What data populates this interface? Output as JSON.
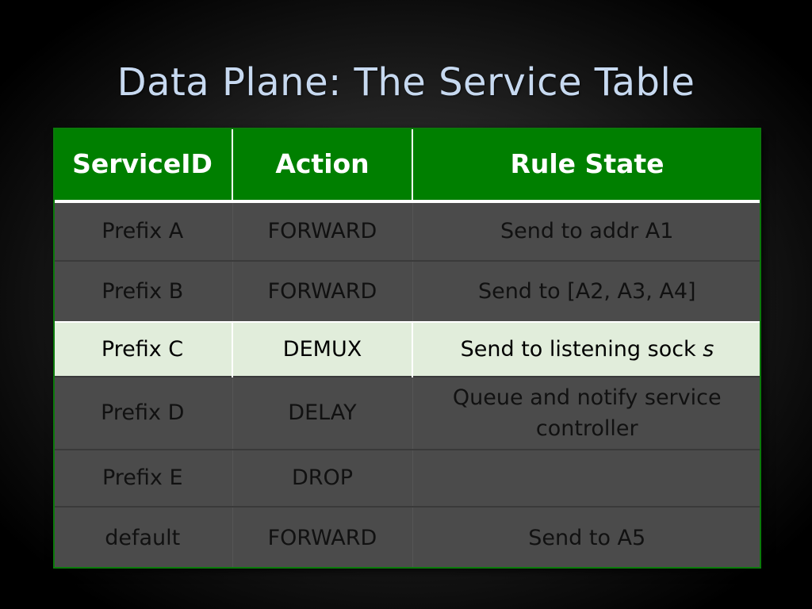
{
  "slide": {
    "title": "Data Plane: The Service Table"
  },
  "table": {
    "headers": [
      "ServiceID",
      "Action",
      "Rule State"
    ],
    "rows": [
      {
        "service_id": "Prefix A",
        "action": "FORWARD",
        "rule_state": "Send to addr A1"
      },
      {
        "service_id": "Prefix B",
        "action": "FORWARD",
        "rule_state": "Send to [A2, A3, A4]"
      },
      {
        "service_id": "Prefix C",
        "action": "DEMUX",
        "rule_state": "Send to listening sock ",
        "rule_state_italic": "s",
        "highlighted": true
      },
      {
        "service_id": "Prefix D",
        "action": "DELAY",
        "rule_state": "Queue and notify service controller"
      },
      {
        "service_id": "Prefix E",
        "action": "DROP",
        "rule_state": ""
      },
      {
        "service_id": "default",
        "action": "FORWARD",
        "rule_state": "Send to A5"
      }
    ]
  },
  "colors": {
    "header_bg": "#007f00",
    "row_bg": "#4b4b4b",
    "highlight_row_bg": "#e1eddb",
    "title_color": "#c7d9f0"
  }
}
